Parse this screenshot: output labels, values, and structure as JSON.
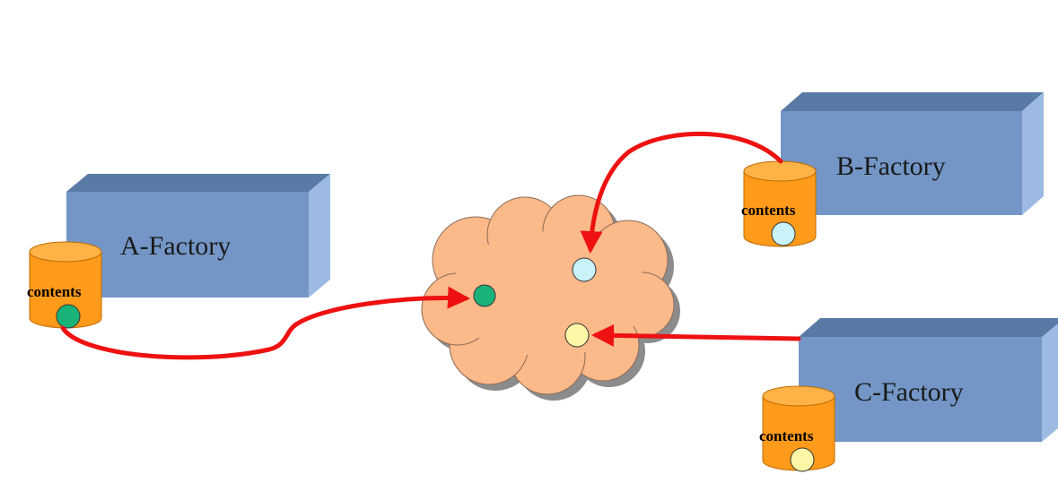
{
  "colors": {
    "factory_front": "#7396c6",
    "factory_top": "#5a7aa6",
    "factory_side": "#9dbbe2",
    "cylinder": "#ff9a1a",
    "cylinder_top": "#ffb347",
    "cylinder_stroke": "#c06a00",
    "cloud": "#fcb98a",
    "cloud_shadow": "#8c8c8c",
    "arrow": "#ee1111",
    "dot_a": "#19b37a",
    "dot_b": "#c8f3fb",
    "dot_c": "#fbf7a6"
  },
  "factories": [
    {
      "id": "a",
      "label": "A-Factory",
      "db_label": "contents",
      "dot_color": "#19b37a"
    },
    {
      "id": "b",
      "label": "B-Factory",
      "db_label": "contents",
      "dot_color": "#c8f3fb"
    },
    {
      "id": "c",
      "label": "C-Factory",
      "db_label": "contents",
      "dot_color": "#fbf7a6"
    }
  ]
}
